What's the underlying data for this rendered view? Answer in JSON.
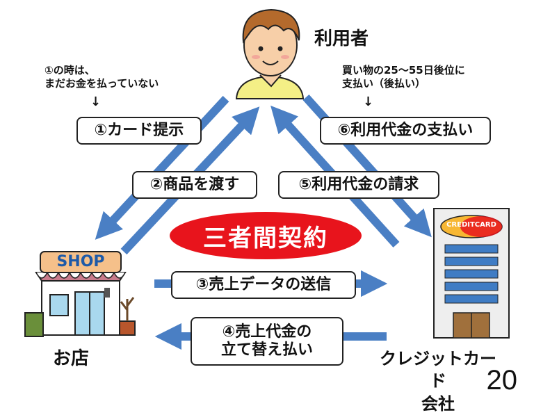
{
  "user_label": "利用者",
  "shop_label": "お店",
  "card_company_label": "クレジットカード\n会社",
  "note_left": "①の時は、\nまだお金を払っていない",
  "note_right": "買い物の25～55日後位に\n支払い（後払い）",
  "note_arrow": "↓",
  "center_label": "三者間契約",
  "steps": [
    "①カード提示",
    "②商品を渡す",
    "③売上データの送信",
    "④売上代金の\n立て替え払い",
    "⑤利用代金の請求",
    "⑥利用代金の支払い"
  ],
  "shop_sign": "SHOP",
  "card_logo": "CREDITCARD",
  "page_number": "20",
  "colors": {
    "arrow": "#4a7fc4",
    "contract": "#e8141c",
    "shirt": "#f4ef86"
  }
}
